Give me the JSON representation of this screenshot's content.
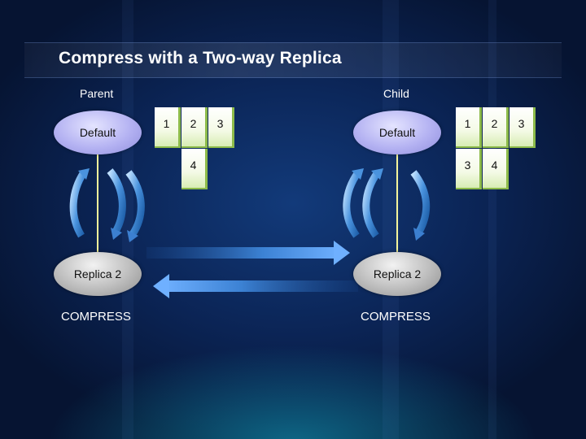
{
  "title": "Compress with a Two-way Replica",
  "parent": {
    "heading": "Parent",
    "default_label": "Default",
    "replica_label": "Replica 2",
    "compress_label": "COMPRESS",
    "cells": [
      "1",
      "2",
      "3",
      "4"
    ]
  },
  "child": {
    "heading": "Child",
    "default_label": "Default",
    "replica_label": "Replica 2",
    "compress_label": "COMPRESS",
    "cells": [
      "1",
      "2",
      "3",
      "3",
      "4"
    ]
  },
  "colors": {
    "ellipse_blue": "#b4b2f2",
    "ellipse_gray": "#bdbdbd",
    "connector": "#f4f49a",
    "cell_border": "#8dbb4a",
    "arrow": "#3f86d8"
  }
}
